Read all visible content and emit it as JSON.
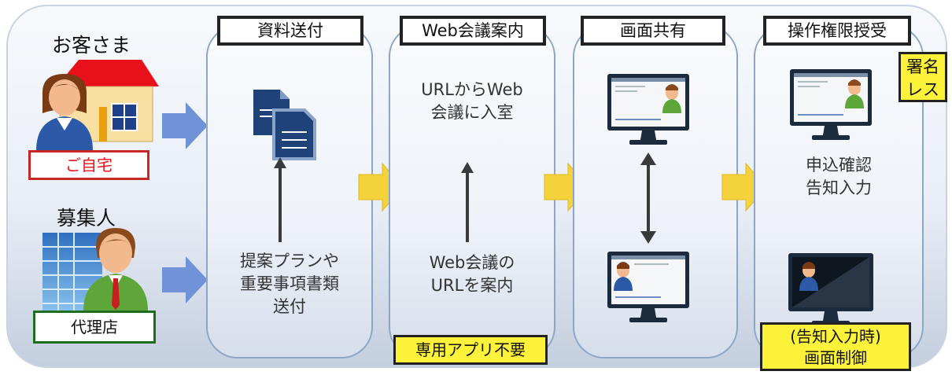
{
  "customer": {
    "title": "お客さま",
    "place": "ご自宅"
  },
  "agent": {
    "title": "募集人",
    "place": "代理店"
  },
  "steps": [
    {
      "header": "資料送付",
      "body": [
        "提案プランや",
        "重要事項書類",
        "送付"
      ]
    },
    {
      "header": "Web会議案内",
      "top_text": [
        "URLからWeb",
        "会議に入室"
      ],
      "bottom_text": [
        "Web会議の",
        "URLを案内"
      ],
      "badge": "専用アプリ不要"
    },
    {
      "header": "画面共有"
    },
    {
      "header": "操作権限授受",
      "badge_top": [
        "署名",
        "レス"
      ],
      "middle_text": [
        "申込確認",
        "告知入力"
      ],
      "badge_bottom": [
        "(告知入力時)",
        "画面制御"
      ]
    }
  ],
  "colors": {
    "red": "#e8101a",
    "green": "#2a8a2a",
    "yellow": "#fdf23a",
    "blue_arrow": "#6f93d6",
    "gold_arrow": "#f3d23c"
  },
  "icons": [
    "house-icon",
    "person-icon",
    "office-building-icon",
    "document-stack-icon",
    "monitor-icon"
  ]
}
